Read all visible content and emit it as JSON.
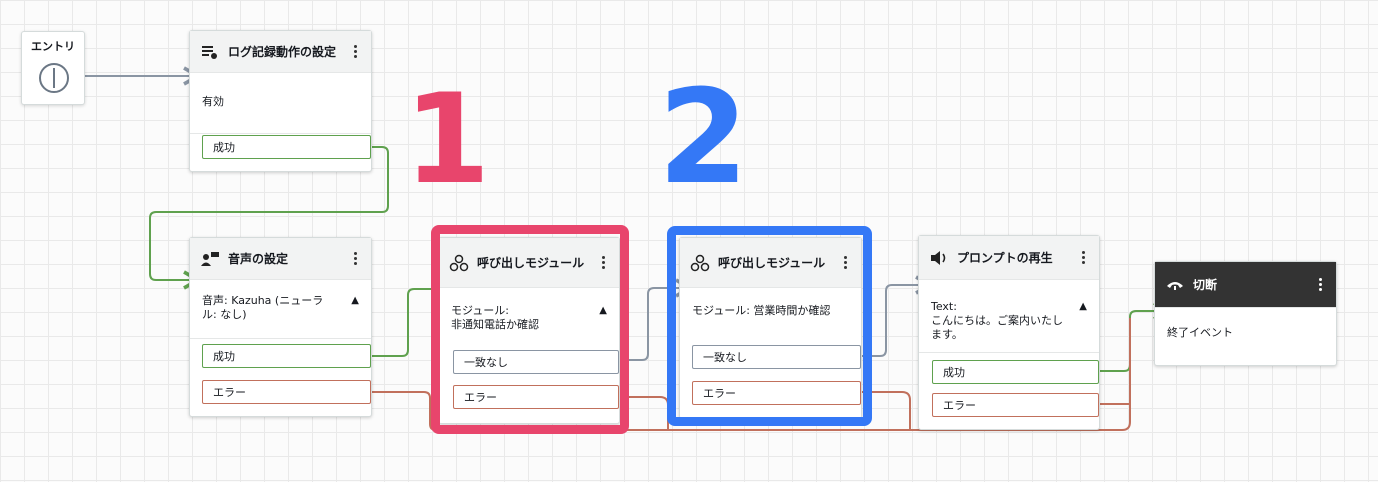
{
  "entry": {
    "label": "エントリ"
  },
  "nodes": {
    "log": {
      "title": "ログ記録動作の設定",
      "body": "有効",
      "ports": [
        "成功"
      ]
    },
    "voice": {
      "title": "音声の設定",
      "body": "音声: Kazuha (ニューラル: なし)",
      "ports": [
        "成功",
        "エラー"
      ]
    },
    "invoke1": {
      "title": "呼び出しモジュール",
      "body_line1": "モジュール:",
      "body_line2": "非通知電話か確認",
      "ports": [
        "一致なし",
        "エラー"
      ]
    },
    "invoke2": {
      "title": "呼び出しモジュール",
      "body": "モジュール: 営業時間か確認",
      "ports": [
        "一致なし",
        "エラー"
      ]
    },
    "prompt": {
      "title": "プロンプトの再生",
      "body_line1": "Text:",
      "body_line2": "こんにちは。ご案内いたし",
      "body_line3": "ます。",
      "ports": [
        "成功",
        "エラー"
      ]
    },
    "disconnect": {
      "title": "切断",
      "body": "終了イベント"
    }
  },
  "annotations": {
    "num1": "1",
    "num2": "2",
    "color1": "#e8456c",
    "color2": "#3478f6"
  },
  "colors": {
    "success": "#5fa14e",
    "error": "#c1705c",
    "neutral": "#8a95a3"
  },
  "icons": {
    "log": "log-settings-icon",
    "voice": "voice-settings-icon",
    "invoke": "module-icon",
    "prompt": "speaker-icon",
    "disconnect": "hangup-icon",
    "entry": "entry-start-icon"
  }
}
